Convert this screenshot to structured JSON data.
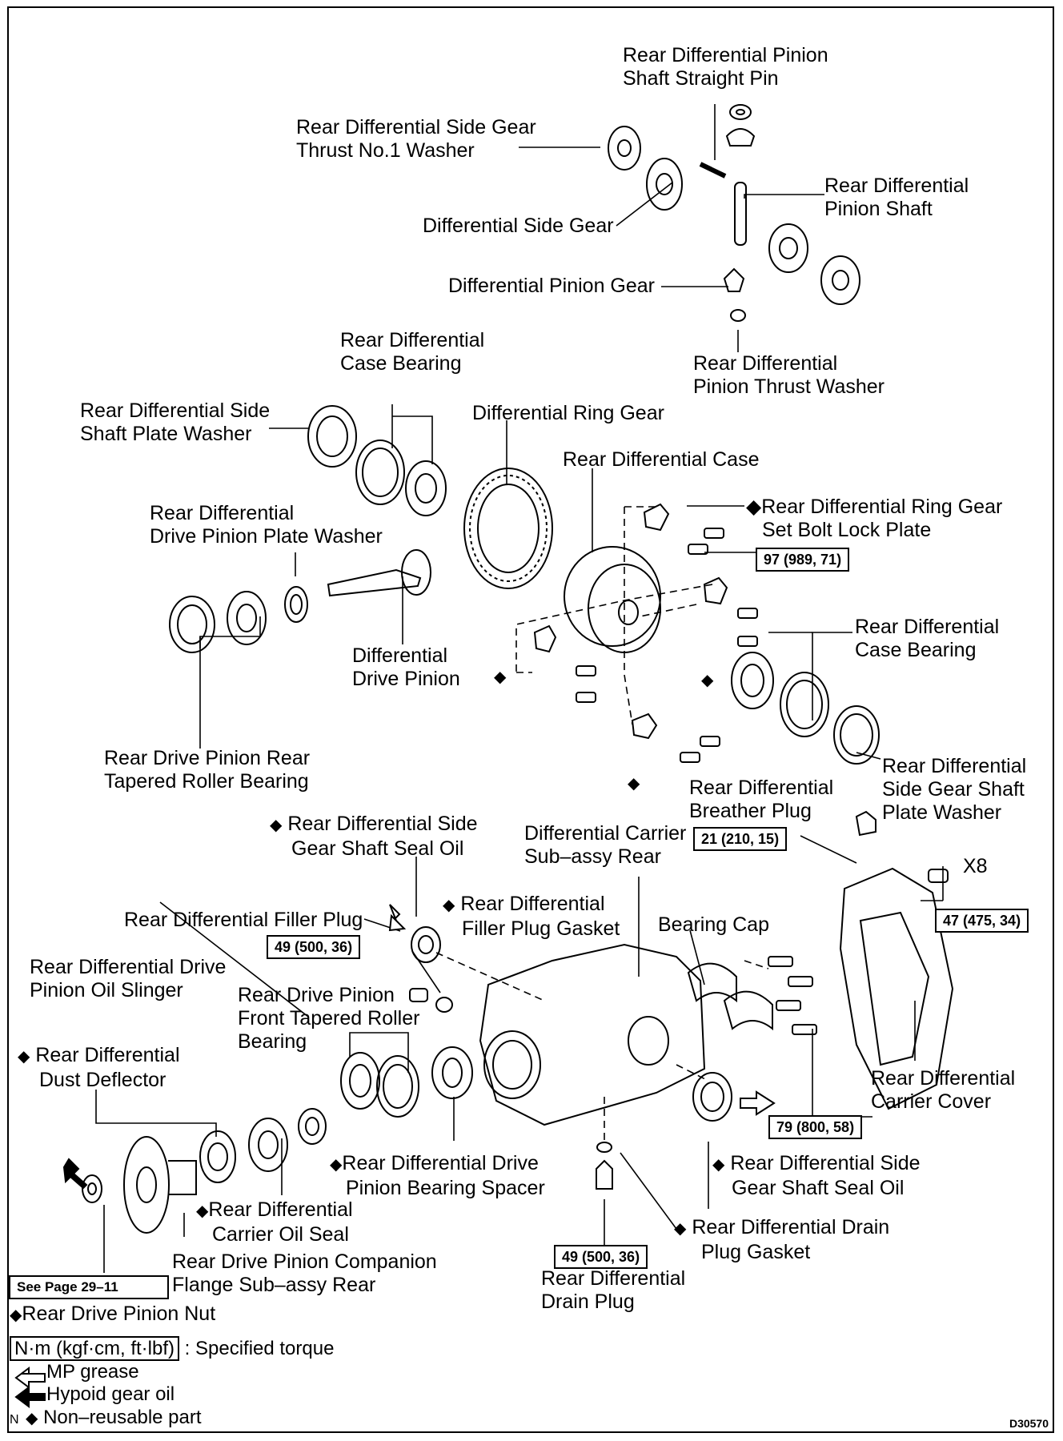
{
  "labels": {
    "pinion_shaft_straight_pin": [
      "Rear Differential Pinion",
      "Shaft Straight Pin"
    ],
    "side_gear_thrust_washer": [
      "Rear Differential Side Gear",
      "Thrust No.1 Washer"
    ],
    "pinion_shaft": [
      "Rear Differential",
      "Pinion Shaft"
    ],
    "side_gear": "Differential Side Gear",
    "pinion_gear": "Differential Pinion Gear",
    "pinion_thrust_washer": [
      "Rear Differential",
      "Pinion Thrust Washer"
    ],
    "case_bearing_top": [
      "Rear Differential",
      "Case Bearing"
    ],
    "side_shaft_plate_washer": [
      "Rear Differential Side",
      "Shaft Plate Washer"
    ],
    "ring_gear": "Differential Ring Gear",
    "diff_case": "Rear Differential Case",
    "ring_gear_lock_plate": [
      "Rear Differential Ring Gear",
      "Set Bolt Lock Plate"
    ],
    "drive_pinion_plate_washer": [
      "Rear Differential",
      "Drive Pinion Plate Washer"
    ],
    "drive_pinion": [
      "Differential",
      "Drive Pinion"
    ],
    "case_bearing_right": [
      "Rear Differential",
      "Case Bearing"
    ],
    "rear_tapered_bearing": [
      "Rear Drive Pinion Rear",
      "Tapered Roller Bearing"
    ],
    "side_gear_shaft_plate_washer": [
      "Rear Differential",
      "Side Gear Shaft",
      "Plate Washer"
    ],
    "breather_plug": [
      "Rear Differential",
      "Breather Plug"
    ],
    "seal_oil_top": [
      "Rear Differential Side",
      "Gear Shaft Seal Oil"
    ],
    "carrier_sub_assy": [
      "Differential Carrier",
      "Sub–assy Rear"
    ],
    "x8": "X8",
    "filler_plug_gasket": [
      "Rear Differential",
      "Filler Plug Gasket"
    ],
    "filler_plug": "Rear Differential Filler Plug",
    "bearing_cap": "Bearing Cap",
    "oil_slinger": [
      "Rear Differential Drive",
      "Pinion Oil Slinger"
    ],
    "front_tapered_bearing": [
      "Rear Drive Pinion",
      "Front Tapered Roller",
      "Bearing"
    ],
    "dust_deflector": [
      "Rear Differential",
      "Dust Deflector"
    ],
    "carrier_cover": [
      "Rear Differential",
      "Carrier Cover"
    ],
    "bearing_spacer": [
      "Rear Differential Drive",
      "Pinion Bearing Spacer"
    ],
    "seal_oil_right": [
      "Rear Differential Side",
      "Gear Shaft Seal Oil"
    ],
    "carrier_oil_seal": [
      "Rear Differential",
      "Carrier Oil Seal"
    ],
    "drain_plug_gasket": [
      "Rear Differential Drain",
      "Plug Gasket"
    ],
    "companion_flange": [
      "Rear Drive Pinion Companion",
      "Flange Sub–assy Rear"
    ],
    "drain_plug": [
      "Rear Differential",
      "Drain Plug"
    ],
    "pinion_nut": "Rear Drive Pinion Nut"
  },
  "torques": {
    "ring_gear_bolt": "97 (989, 71)",
    "breather": "21 (210, 15)",
    "cover_bolt": "47 (475, 34)",
    "filler": "49 (500, 36)",
    "bearing_cap": "79 (800, 58)",
    "drain": "49 (500, 36)",
    "see_page": "See Page 29–11"
  },
  "legend": {
    "torque_box": "N·m (kgf·cm, ft·lbf)",
    "torque_text": ": Specified torque",
    "mp_grease": "MP grease",
    "hypoid": "Hypoid gear oil",
    "non_reusable": "Non–reusable part",
    "n_mark": "N"
  },
  "figure_code": "D30570",
  "non_reusable_symbol": "◆"
}
